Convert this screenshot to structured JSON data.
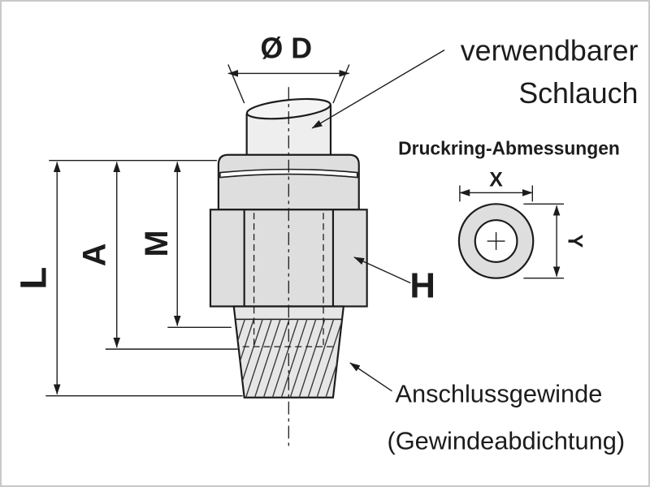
{
  "colors": {
    "line": "#1c1c1c",
    "fill_light": "#dedede",
    "fill_lighter": "#eeeeee",
    "background": "#ffffff"
  },
  "labels": {
    "diameter": "Ø D",
    "hose_line1": "verwendbarer",
    "hose_line2": "Schlauch",
    "ring_title": "Druckring-Abmessungen",
    "ring_x": "X",
    "ring_y": "Y",
    "length_l": "L",
    "length_a": "A",
    "length_m": "M",
    "hex_h": "H",
    "thread_line1": "Anschlussgewinde",
    "thread_line2": "(Gewindeabdichtung)"
  }
}
